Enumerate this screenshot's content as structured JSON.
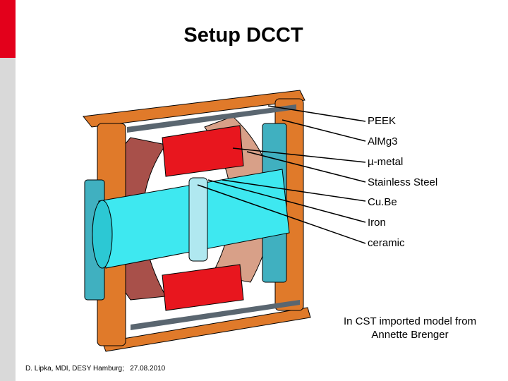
{
  "title": "Setup DCCT",
  "labels": [
    "PEEK",
    "AlMg3",
    "µ-metal",
    "Stainless Steel",
    "Cu.Be",
    "Iron",
    "ceramic"
  ],
  "credit": [
    "In CST imported model from",
    "Annette Brenger"
  ],
  "footer": "D. Lipka, MDI, DESY Hamburg;   27.08.2010",
  "colors": {
    "accent_red": "#e3001b",
    "frame_orange": "#e07a2a",
    "iron_red": "#e8161e",
    "ceramic_cyan": "#3ee8f0",
    "peek_brown": "#a8504a",
    "steel_teal": "#40b0c0"
  }
}
